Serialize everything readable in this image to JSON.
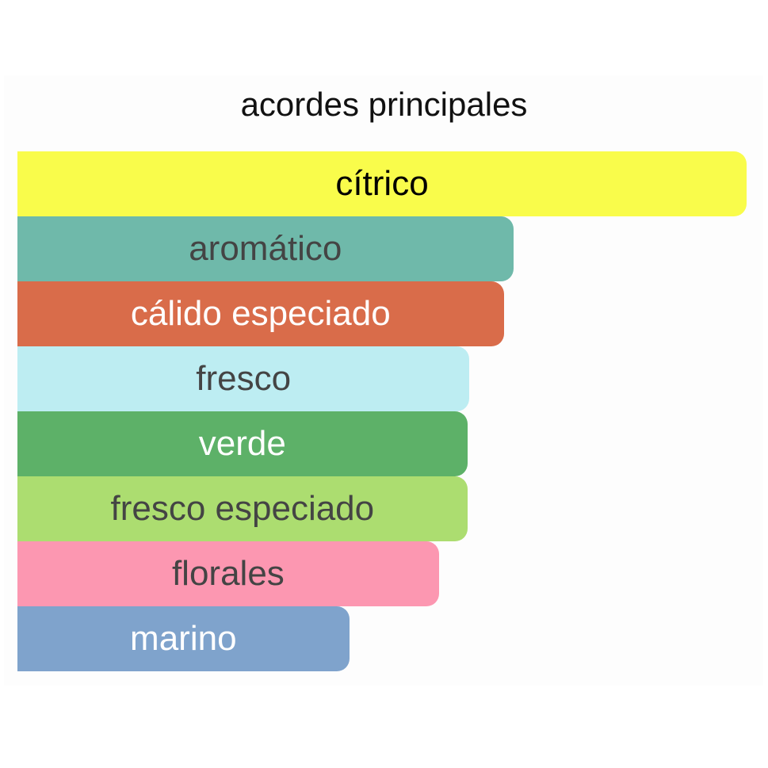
{
  "chart_data": {
    "type": "bar",
    "orientation": "horizontal",
    "title": "acordes principales",
    "xlabel": "",
    "ylabel": "",
    "xlim": [
      0,
      100
    ],
    "categories": [
      "cítrico",
      "aromático",
      "cálido especiado",
      "fresco",
      "verde",
      "fresco especiado",
      "florales",
      "marino"
    ],
    "values": [
      100,
      68,
      66.7,
      62,
      61.7,
      61.7,
      57.8,
      45.5
    ],
    "colors": [
      "#f9fc4b",
      "#6fb9aa",
      "#d96c4a",
      "#bdedf2",
      "#5db168",
      "#acdd70",
      "#fc97b1",
      "#7fa3cc"
    ],
    "text_colors": [
      "#000000",
      "#444444",
      "#ffffff",
      "#444444",
      "#ffffff",
      "#444444",
      "#444444",
      "#ffffff"
    ]
  }
}
